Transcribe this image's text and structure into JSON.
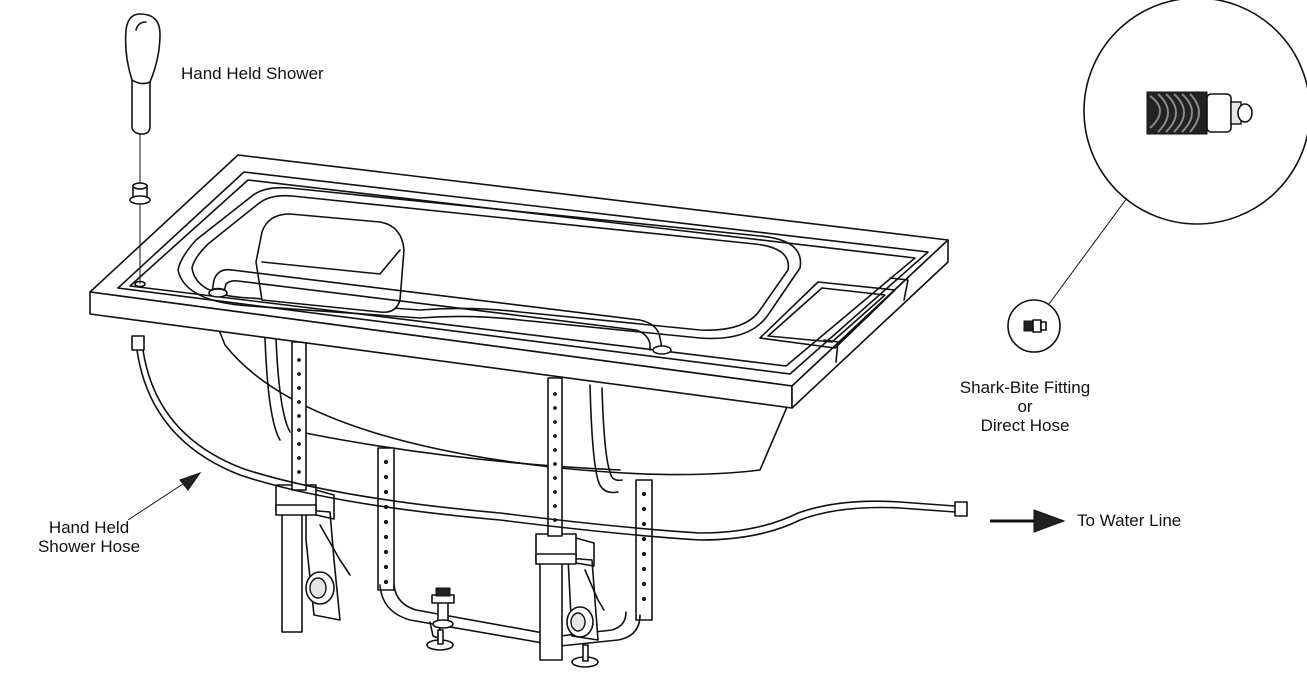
{
  "labels": {
    "hand_held_shower": "Hand Held Shower",
    "hand_held_shower_hose_line1": "Hand Held",
    "hand_held_shower_hose_line2": "Shower Hose",
    "shark_bite_line1": "Shark-Bite Fitting",
    "shark_bite_line2": "or",
    "shark_bite_line3": "Direct Hose",
    "to_water_line": "To Water Line"
  }
}
